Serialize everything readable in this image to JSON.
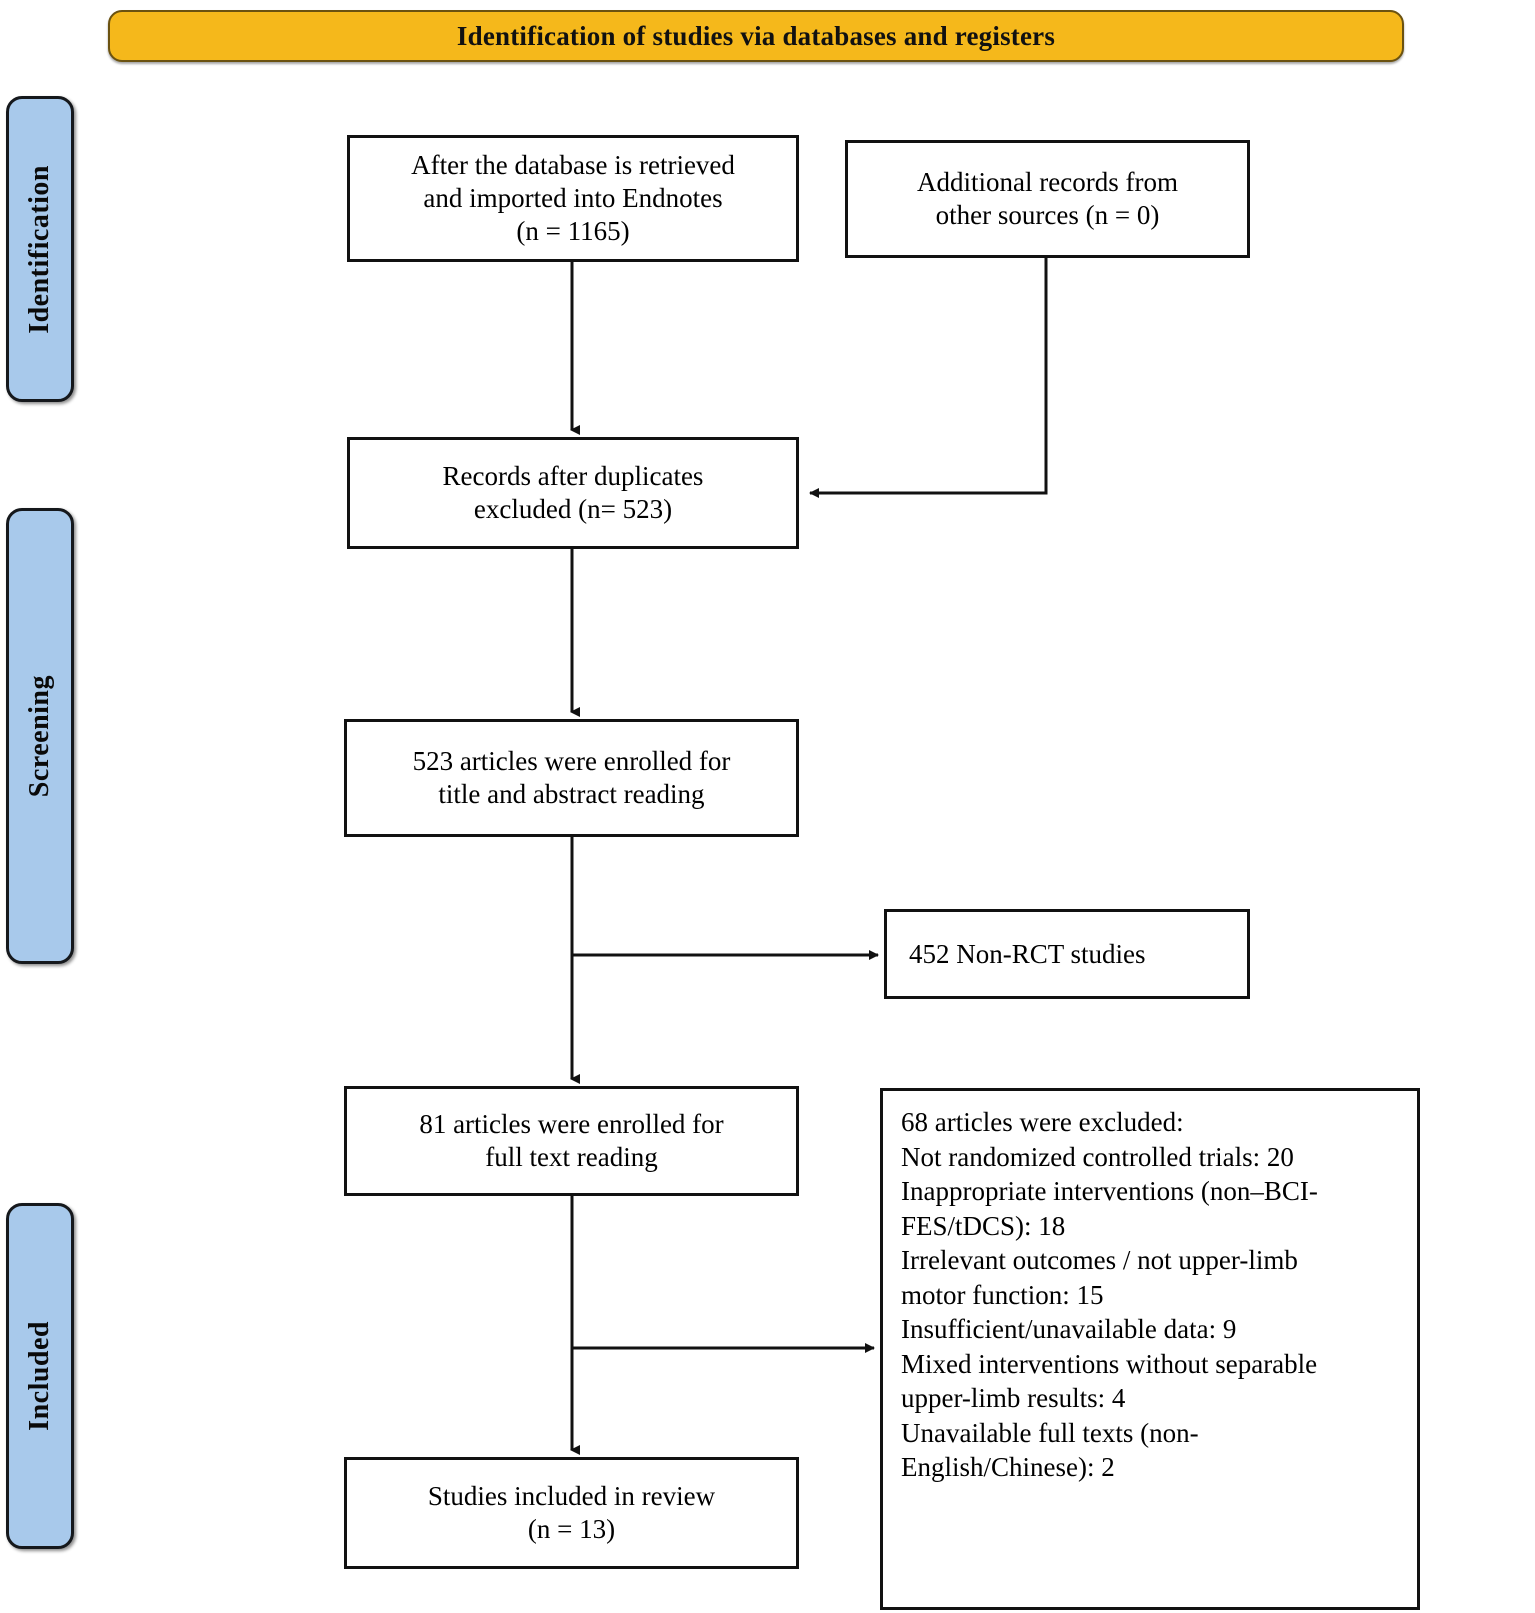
{
  "banner": {
    "title": "Identification of studies via databases and registers",
    "color": "#F5B81B"
  },
  "phases": [
    {
      "id": "identification",
      "label": "Identification",
      "color": "#A8C9EB"
    },
    {
      "id": "screening",
      "label": "Screening",
      "color": "#A8C9EB"
    },
    {
      "id": "included",
      "label": "Included",
      "color": "#A8C9EB"
    }
  ],
  "nodes": {
    "retrieved": {
      "text": "After the database is retrieved\nand imported into Endnotes\n(n = 1165)"
    },
    "additional": {
      "text": "Additional records from\nother sources  (n = 0)"
    },
    "duplicates": {
      "text": "Records after duplicates\nexcluded (n= 523)"
    },
    "title_abstract": {
      "text": "523 articles were enrolled for\ntitle and abstract reading"
    },
    "non_rct": {
      "text": "452 Non-RCT studies"
    },
    "full_text": {
      "text": "81 articles were enrolled for\nfull text reading"
    },
    "excluded": {
      "text": "68 articles were excluded:\nNot randomized controlled trials: 20\nInappropriate interventions (non–BCI-\nFES/tDCS): 18\nIrrelevant outcomes / not upper-limb\nmotor function: 15\nInsufficient/unavailable data: 9\nMixed interventions without separable\nupper-limb results: 4\nUnavailable full texts (non-\nEnglish/Chinese): 2"
    },
    "included": {
      "text": "Studies included in review\n(n = 13)"
    }
  },
  "chart_data": {
    "type": "table",
    "title": "PRISMA flow diagram — Identification of studies via databases and registers",
    "stages": [
      {
        "phase": "Identification",
        "label": "After the database is retrieved and imported into Endnotes",
        "n": 1165
      },
      {
        "phase": "Identification",
        "label": "Additional records from other sources",
        "n": 0
      },
      {
        "phase": "Screening",
        "label": "Records after duplicates excluded",
        "n": 523
      },
      {
        "phase": "Screening",
        "label": "Articles enrolled for title and abstract reading",
        "n": 523
      },
      {
        "phase": "Screening",
        "label": "Non-RCT studies excluded",
        "n": 452
      },
      {
        "phase": "Included",
        "label": "Articles enrolled for full text reading",
        "n": 81
      },
      {
        "phase": "Included",
        "label": "Articles excluded at full text",
        "n": 68
      },
      {
        "phase": "Included",
        "label": "Studies included in review",
        "n": 13
      }
    ],
    "exclusion_reasons": [
      {
        "reason": "Not randomized controlled trials",
        "n": 20
      },
      {
        "reason": "Inappropriate interventions (non–BCI-FES/tDCS)",
        "n": 18
      },
      {
        "reason": "Irrelevant outcomes / not upper-limb motor function",
        "n": 15
      },
      {
        "reason": "Insufficient/unavailable data",
        "n": 9
      },
      {
        "reason": "Mixed interventions without separable upper-limb results",
        "n": 4
      },
      {
        "reason": "Unavailable full texts (non-English/Chinese)",
        "n": 2
      }
    ]
  }
}
